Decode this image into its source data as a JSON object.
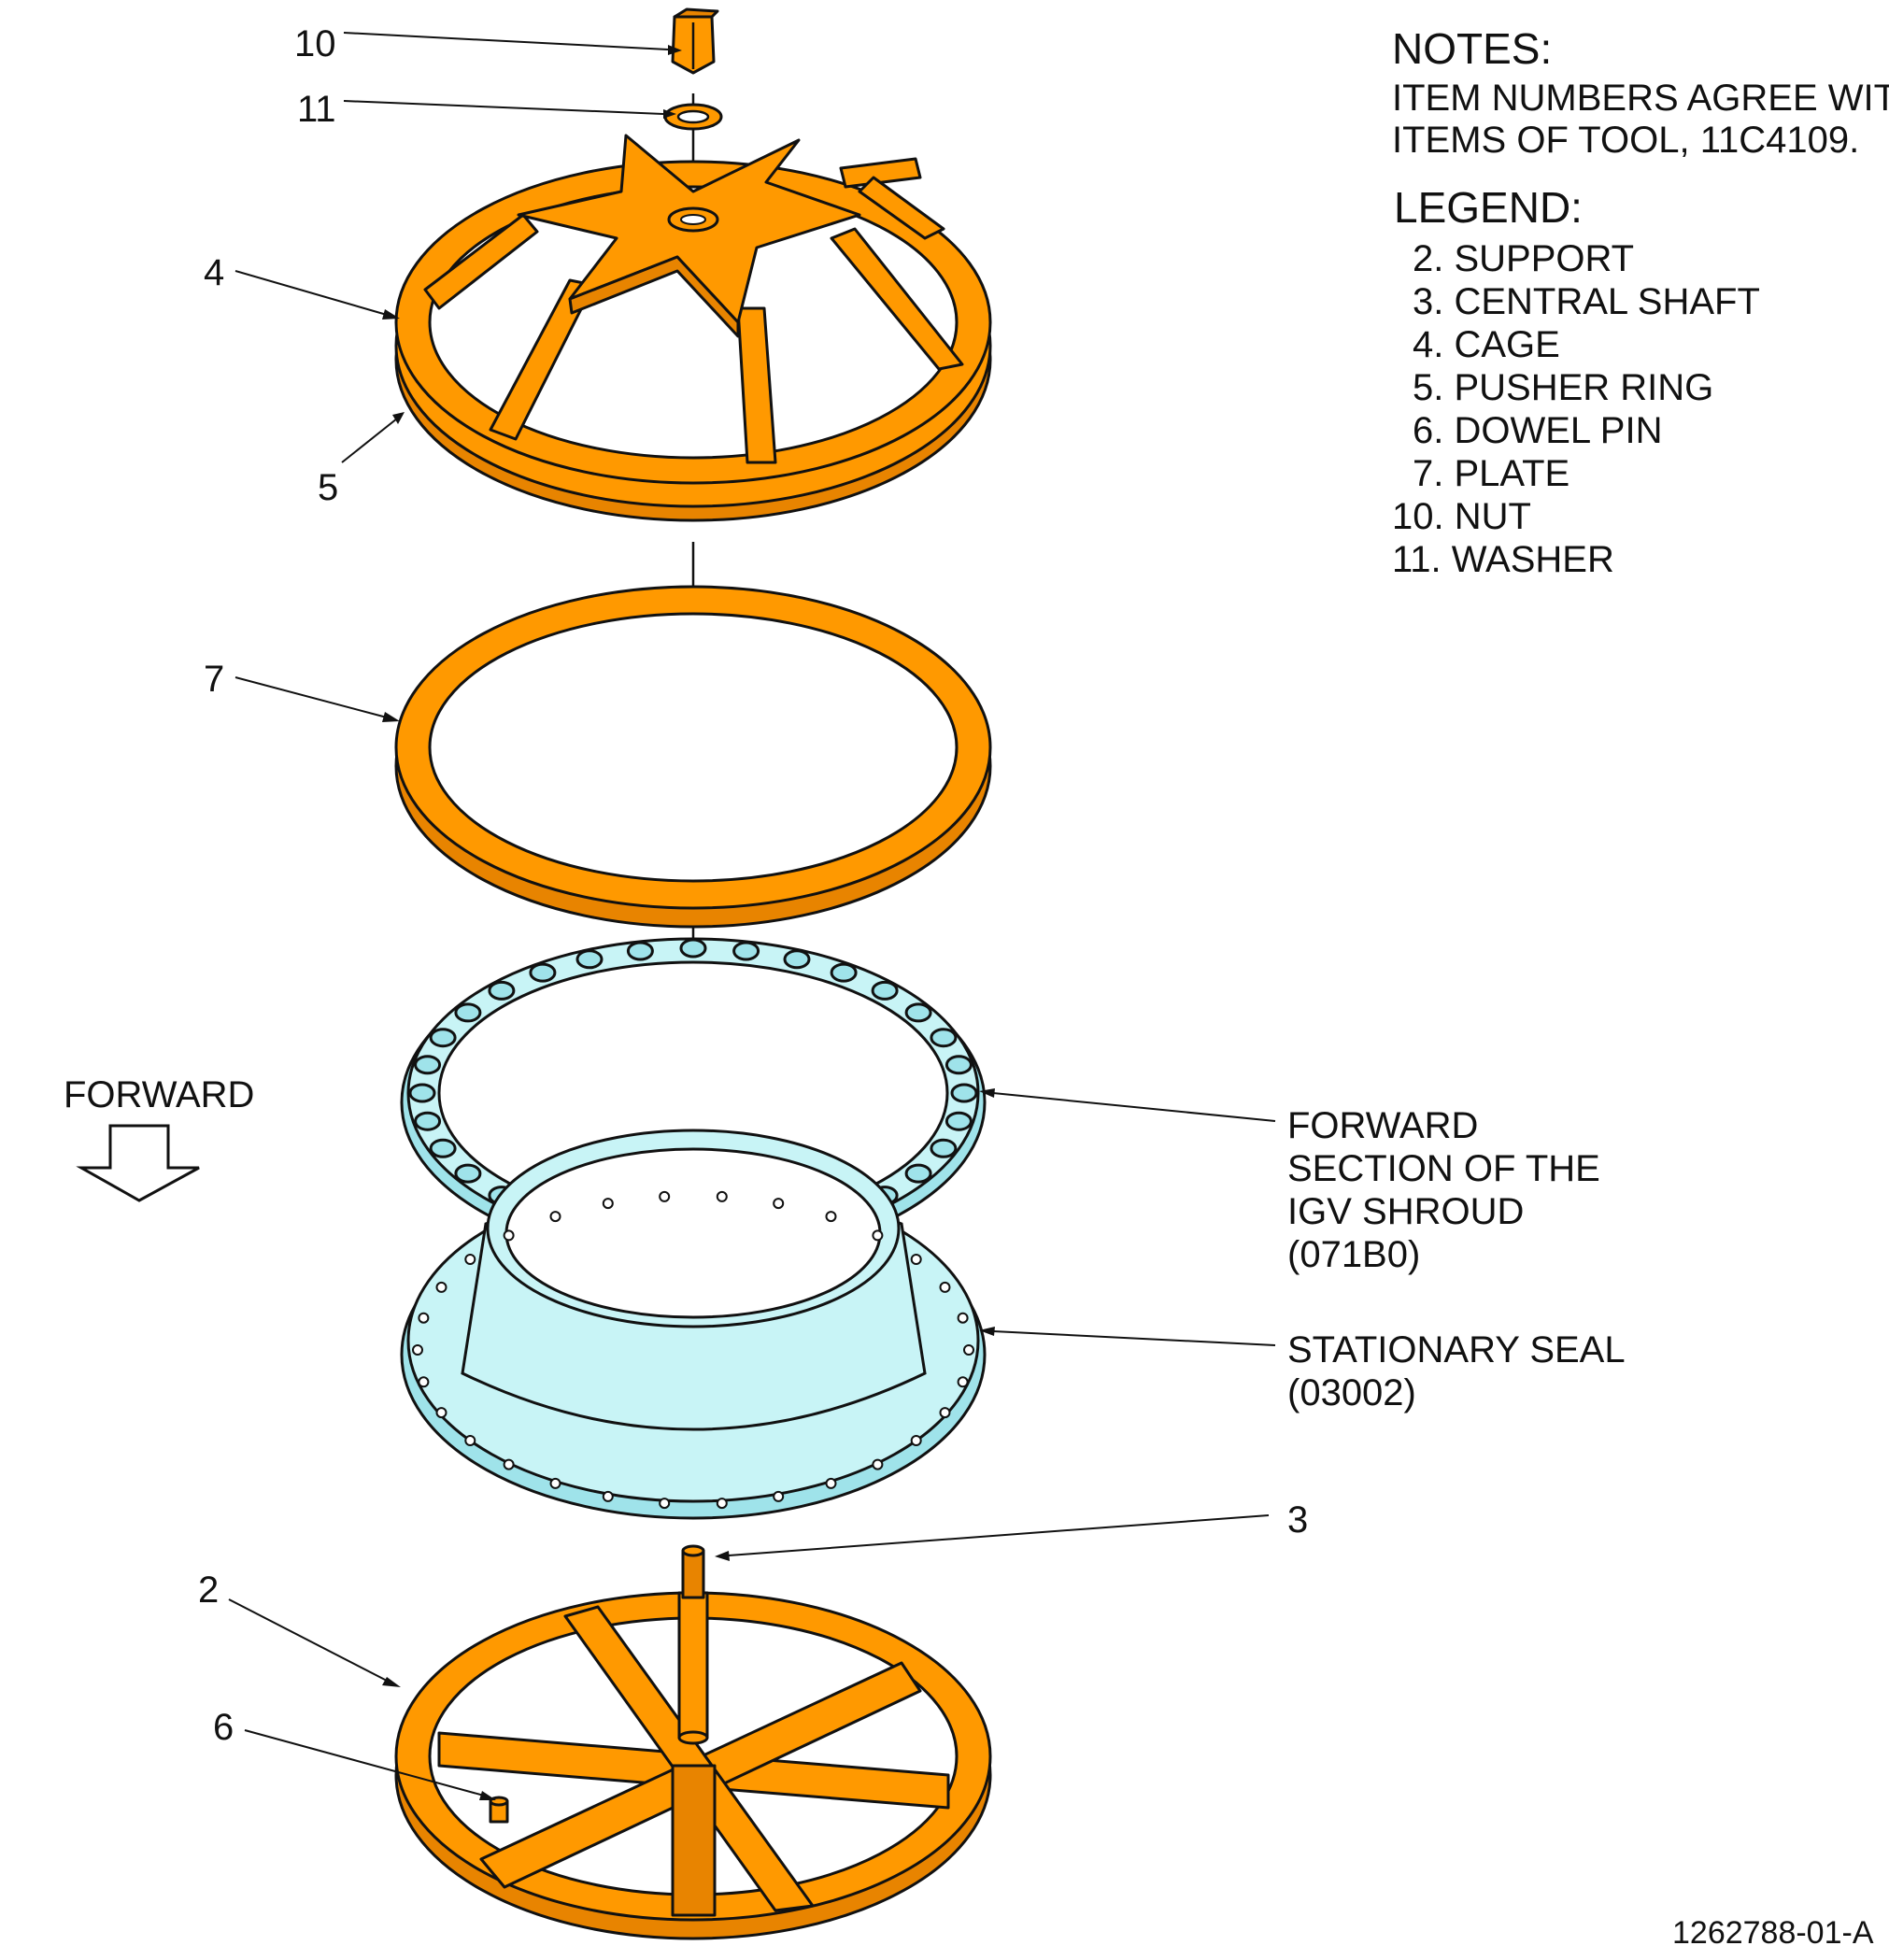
{
  "callouts": {
    "c10": "10",
    "c11": "11",
    "c4": "4",
    "c5": "5",
    "c7": "7",
    "c3": "3",
    "c2": "2",
    "c6": "6"
  },
  "forward_label": "FORWARD",
  "shroud_label": [
    "FORWARD",
    "SECTION OF THE",
    "IGV SHROUD",
    "(071B0)"
  ],
  "seal_label": [
    "STATIONARY SEAL",
    "(03002)"
  ],
  "notes": {
    "heading": "NOTES:",
    "lines": [
      "ITEM NUMBERS AGREE WITH",
      "ITEMS OF TOOL, 11C4109."
    ]
  },
  "legend": {
    "heading": "LEGEND:",
    "items": [
      "2. SUPPORT",
      "3. CENTRAL SHAFT",
      "4. CAGE",
      "5. PUSHER RING",
      "6. DOWEL PIN",
      "7. PLATE",
      "10. NUT",
      "11. WASHER"
    ]
  },
  "figure_id": "1262788-01-A",
  "colors": {
    "tool_parts": "#ff9900",
    "engine_parts": "#c8f4f6",
    "line": "#111111"
  }
}
